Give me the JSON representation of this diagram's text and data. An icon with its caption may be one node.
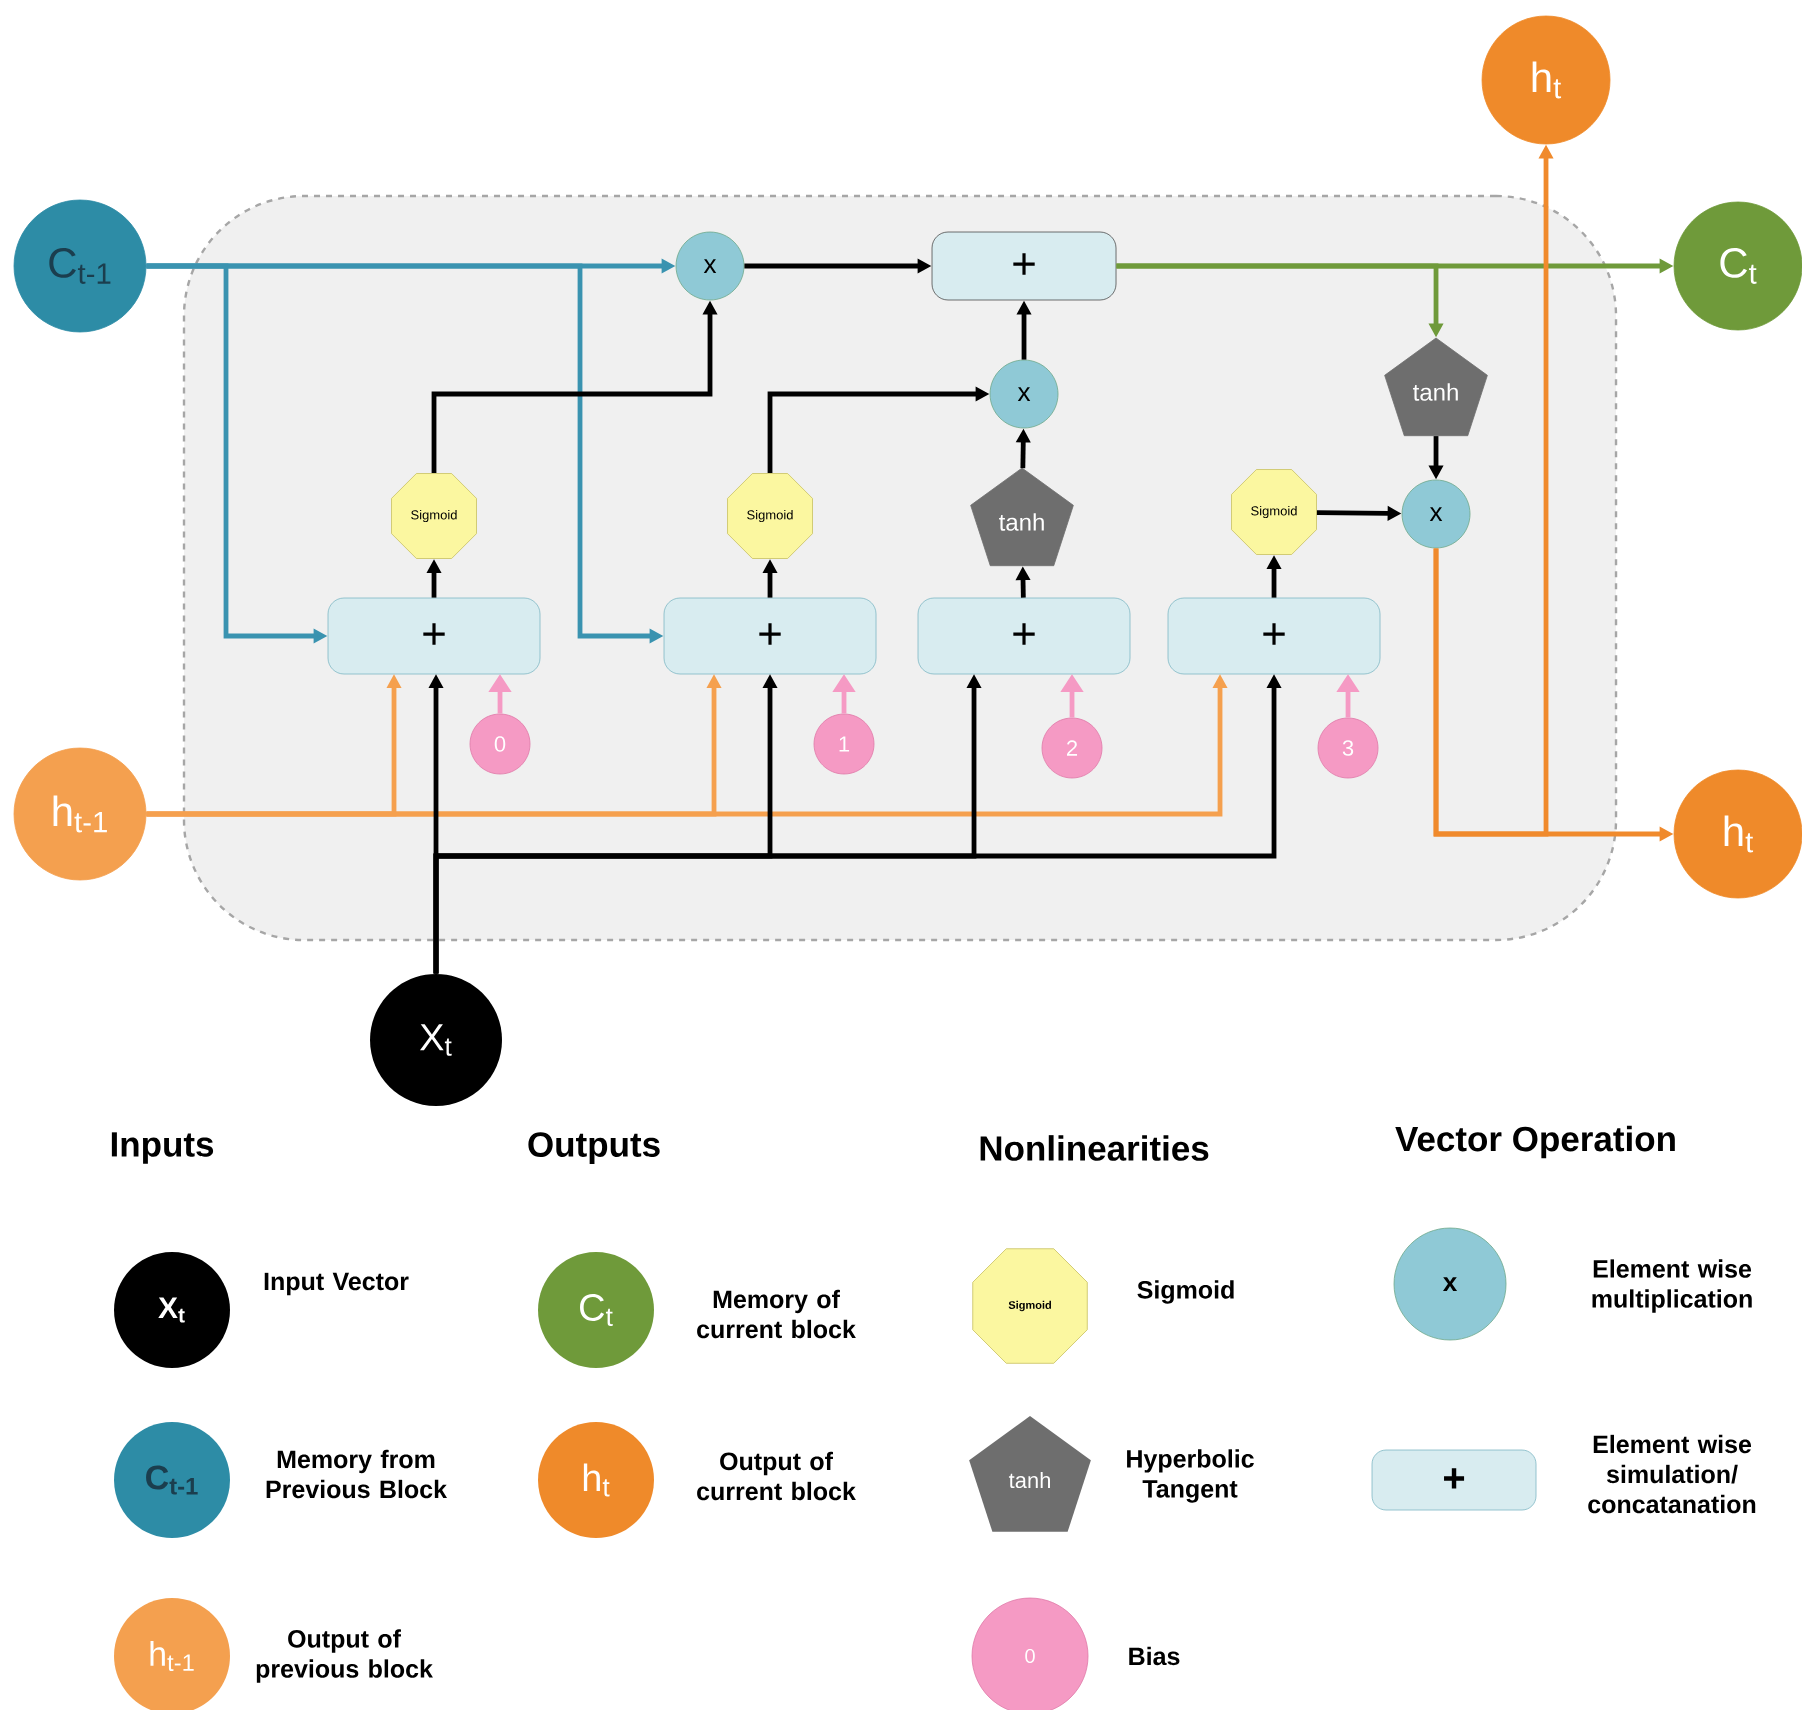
{
  "diagram": {
    "nodes": [
      {
        "text": [],
        "shape": "box"
      },
      {
        "text": [
          "C$_{t-1}$"
        ]
      },
      {
        "text": [
          "h$_{t-1}$"
        ]
      },
      {
        "text": [
          "X$_{t}$"
        ]
      },
      {
        "text": [
          "h$_{t}$"
        ]
      },
      {
        "text": [
          "C$_{t}$"
        ]
      },
      {
        "text": [
          "h$_{t}$"
        ]
      },
      {
        "text": [
          "x"
        ],
        "in": 0
      },
      {
        "text": [
          "+"
        ],
        "in": 0
      },
      {
        "text": [
          "x"
        ],
        "in": 0
      },
      {
        "text": [
          "tanh"
        ],
        "in": 0
      },
      {
        "text": [
          "x"
        ],
        "in": 0
      },
      {
        "text": [
          "Sigmoid"
        ],
        "in": 0
      },
      {
        "text": [
          "Sigmoid"
        ],
        "in": 0
      },
      {
        "text": [
          "tanh"
        ],
        "in": 0
      },
      {
        "text": [
          "Sigmoid"
        ],
        "in": 0
      },
      {
        "text": [
          "+"
        ],
        "in": 0
      },
      {
        "text": [
          "+"
        ],
        "in": 0
      },
      {
        "text": [
          "+"
        ],
        "in": 0
      },
      {
        "text": [
          "+"
        ],
        "in": 0
      },
      {
        "text": [
          "0"
        ],
        "in": 0
      },
      {
        "text": [
          "1"
        ],
        "in": 0
      },
      {
        "text": [
          "2"
        ],
        "in": 0
      },
      {
        "text": [
          "3"
        ],
        "in": 0
      },
      {
        "text": [
          "X$_{t}$"
        ],
        "beside": [
          "Input Vector"
        ]
      },
      {
        "text": [
          "C$_{t-1}$"
        ],
        "beside": [
          "Memory from Previous Block"
        ]
      },
      {
        "text": [
          "h$_{t-1}$"
        ],
        "beside": [
          "Output of previous block"
        ]
      },
      {
        "text": [
          "C$_{t}$"
        ],
        "beside": [
          "Memory of current block"
        ]
      },
      {
        "text": [
          "h$_{t}$"
        ],
        "beside": [
          "Output of current block"
        ]
      },
      {
        "text": [
          "Sigmoid"
        ],
        "beside": [
          "Sigmoid"
        ]
      },
      {
        "text": [
          "tanh"
        ],
        "beside": [
          "Hyperbolic Tangent"
        ]
      },
      {
        "text": [
          "0"
        ],
        "beside": [
          "Bias"
        ]
      },
      {
        "text": [
          "x"
        ],
        "beside": [
          "Element wise multiplication"
        ]
      },
      {
        "text": [
          "+"
        ],
        "beside": [
          "Element wise simulation/ concatanation"
        ]
      }
    ],
    "edges": [
      {
        "from": 1,
        "to": 7,
        "arrow": "to",
        "color": "#3a93b0"
      },
      {
        "from": 1,
        "to": 16,
        "arrow": "to",
        "color": "#3a93b0"
      },
      {
        "from": 1,
        "to": 17,
        "arrow": "to",
        "color": "#3a93b0"
      },
      {
        "from": 12,
        "to": 7,
        "arrow": "to"
      },
      {
        "from": 7,
        "to": 8,
        "arrow": "to"
      },
      {
        "from": 13,
        "to": 9,
        "arrow": "to"
      },
      {
        "from": 14,
        "to": 9,
        "arrow": "to"
      },
      {
        "from": 9,
        "to": 8,
        "arrow": "to"
      },
      {
        "from": 8,
        "to": 5,
        "arrow": "to",
        "color": "#6f9a3a"
      },
      {
        "from": 8,
        "to": 10,
        "arrow": "to",
        "color": "#6f9a3a"
      },
      {
        "from": 10,
        "to": 11,
        "arrow": "to"
      },
      {
        "from": 15,
        "to": 11,
        "arrow": "to"
      },
      {
        "from": 11,
        "to": 6,
        "arrow": "to",
        "color": "#f08a2c"
      },
      {
        "from": 11,
        "to": 4,
        "arrow": "to",
        "color": "#f08a2c"
      },
      {
        "from": 16,
        "to": 12,
        "arrow": "to"
      },
      {
        "from": 17,
        "to": 13,
        "arrow": "to"
      },
      {
        "from": 18,
        "to": 14,
        "arrow": "to"
      },
      {
        "from": 19,
        "to": 15,
        "arrow": "to"
      },
      {
        "from": 2,
        "to": 16,
        "arrow": "to",
        "color": "#f5a04e"
      },
      {
        "from": 2,
        "to": 17,
        "arrow": "to",
        "color": "#f5a04e"
      },
      {
        "from": 2,
        "to": 19,
        "arrow": "to",
        "color": "#f5a04e"
      },
      {
        "from": 3,
        "to": 16,
        "arrow": "to"
      },
      {
        "from": 3,
        "to": 17,
        "arrow": "to"
      },
      {
        "from": 3,
        "to": 18,
        "arrow": "to"
      },
      {
        "from": 3,
        "to": 19,
        "arrow": "to"
      },
      {
        "from": 20,
        "to": 16,
        "arrow": "to",
        "color": "#f59ac4"
      },
      {
        "from": 21,
        "to": 17,
        "arrow": "to",
        "color": "#f59ac4"
      },
      {
        "from": 22,
        "to": 18,
        "arrow": "to",
        "color": "#f59ac4"
      },
      {
        "from": 23,
        "to": 19,
        "arrow": "to",
        "color": "#f59ac4"
      }
    ],
    "labels": [
      "Inputs",
      "Outputs",
      "Nonlinearities",
      "Vector Operation"
    ]
  }
}
